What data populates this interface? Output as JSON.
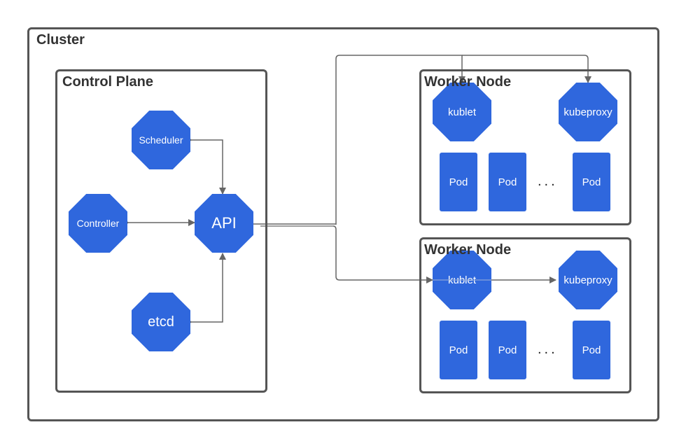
{
  "cluster": {
    "title": "Cluster"
  },
  "control_plane": {
    "title": "Control Plane",
    "components": {
      "scheduler": "Scheduler",
      "controller": "Controller",
      "api": "API",
      "etcd": "etcd"
    }
  },
  "worker_nodes": [
    {
      "title": "Worker Node",
      "kubelet": "kublet",
      "kubeproxy": "kubeproxy",
      "pods": [
        "Pod",
        "Pod",
        "Pod"
      ],
      "ellipsis": "..."
    },
    {
      "title": "Worker Node",
      "kubelet": "kublet",
      "kubeproxy": "kubeproxy",
      "pods": [
        "Pod",
        "Pod",
        "Pod"
      ],
      "ellipsis": "..."
    }
  ],
  "colors": {
    "node_fill": "#2f67dd",
    "border": "#555555",
    "connector": "#666666"
  }
}
